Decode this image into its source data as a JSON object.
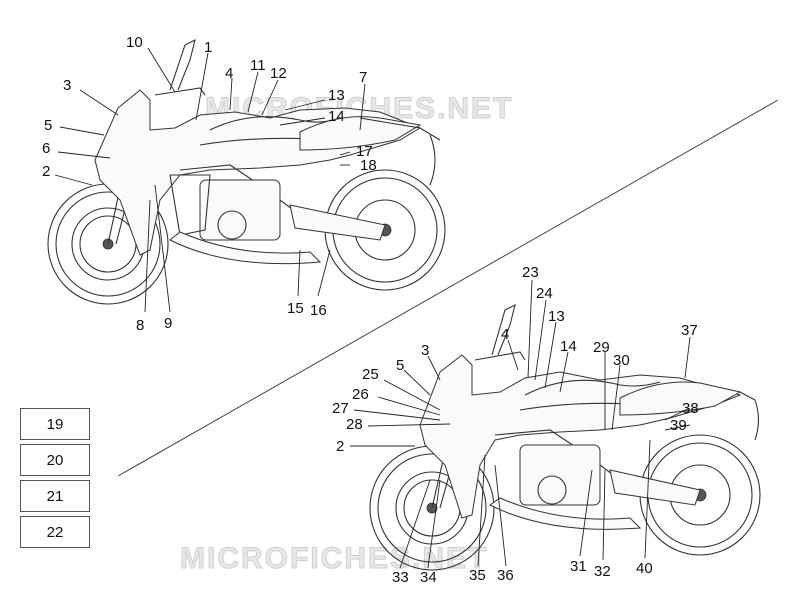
{
  "watermark": {
    "text": "MICROFICHES.NET"
  },
  "boxes": [
    {
      "label": "19"
    },
    {
      "label": "20"
    },
    {
      "label": "21"
    },
    {
      "label": "22"
    }
  ],
  "top_bike_labels": [
    {
      "id": "10",
      "text": "10"
    },
    {
      "id": "1",
      "text": "1"
    },
    {
      "id": "3",
      "text": "3"
    },
    {
      "id": "4",
      "text": "4"
    },
    {
      "id": "11",
      "text": "11"
    },
    {
      "id": "12",
      "text": "12"
    },
    {
      "id": "7",
      "text": "7"
    },
    {
      "id": "13",
      "text": "13"
    },
    {
      "id": "14",
      "text": "14"
    },
    {
      "id": "5",
      "text": "5"
    },
    {
      "id": "6",
      "text": "6"
    },
    {
      "id": "17",
      "text": "17"
    },
    {
      "id": "18",
      "text": "18"
    },
    {
      "id": "2",
      "text": "2"
    },
    {
      "id": "8",
      "text": "8"
    },
    {
      "id": "9",
      "text": "9"
    },
    {
      "id": "15",
      "text": "15"
    },
    {
      "id": "16",
      "text": "16"
    }
  ],
  "bottom_bike_labels": [
    {
      "id": "23",
      "text": "23"
    },
    {
      "id": "24",
      "text": "24"
    },
    {
      "id": "13",
      "text": "13"
    },
    {
      "id": "14",
      "text": "14"
    },
    {
      "id": "37",
      "text": "37"
    },
    {
      "id": "4",
      "text": "4"
    },
    {
      "id": "3",
      "text": "3"
    },
    {
      "id": "5",
      "text": "5"
    },
    {
      "id": "29",
      "text": "29"
    },
    {
      "id": "30",
      "text": "30"
    },
    {
      "id": "25",
      "text": "25"
    },
    {
      "id": "26",
      "text": "26"
    },
    {
      "id": "27",
      "text": "27"
    },
    {
      "id": "28",
      "text": "28"
    },
    {
      "id": "38",
      "text": "38"
    },
    {
      "id": "39",
      "text": "39"
    },
    {
      "id": "2",
      "text": "2"
    },
    {
      "id": "33",
      "text": "33"
    },
    {
      "id": "34",
      "text": "34"
    },
    {
      "id": "35",
      "text": "35"
    },
    {
      "id": "36",
      "text": "36"
    },
    {
      "id": "31",
      "text": "31"
    },
    {
      "id": "32",
      "text": "32"
    },
    {
      "id": "40",
      "text": "40"
    }
  ]
}
